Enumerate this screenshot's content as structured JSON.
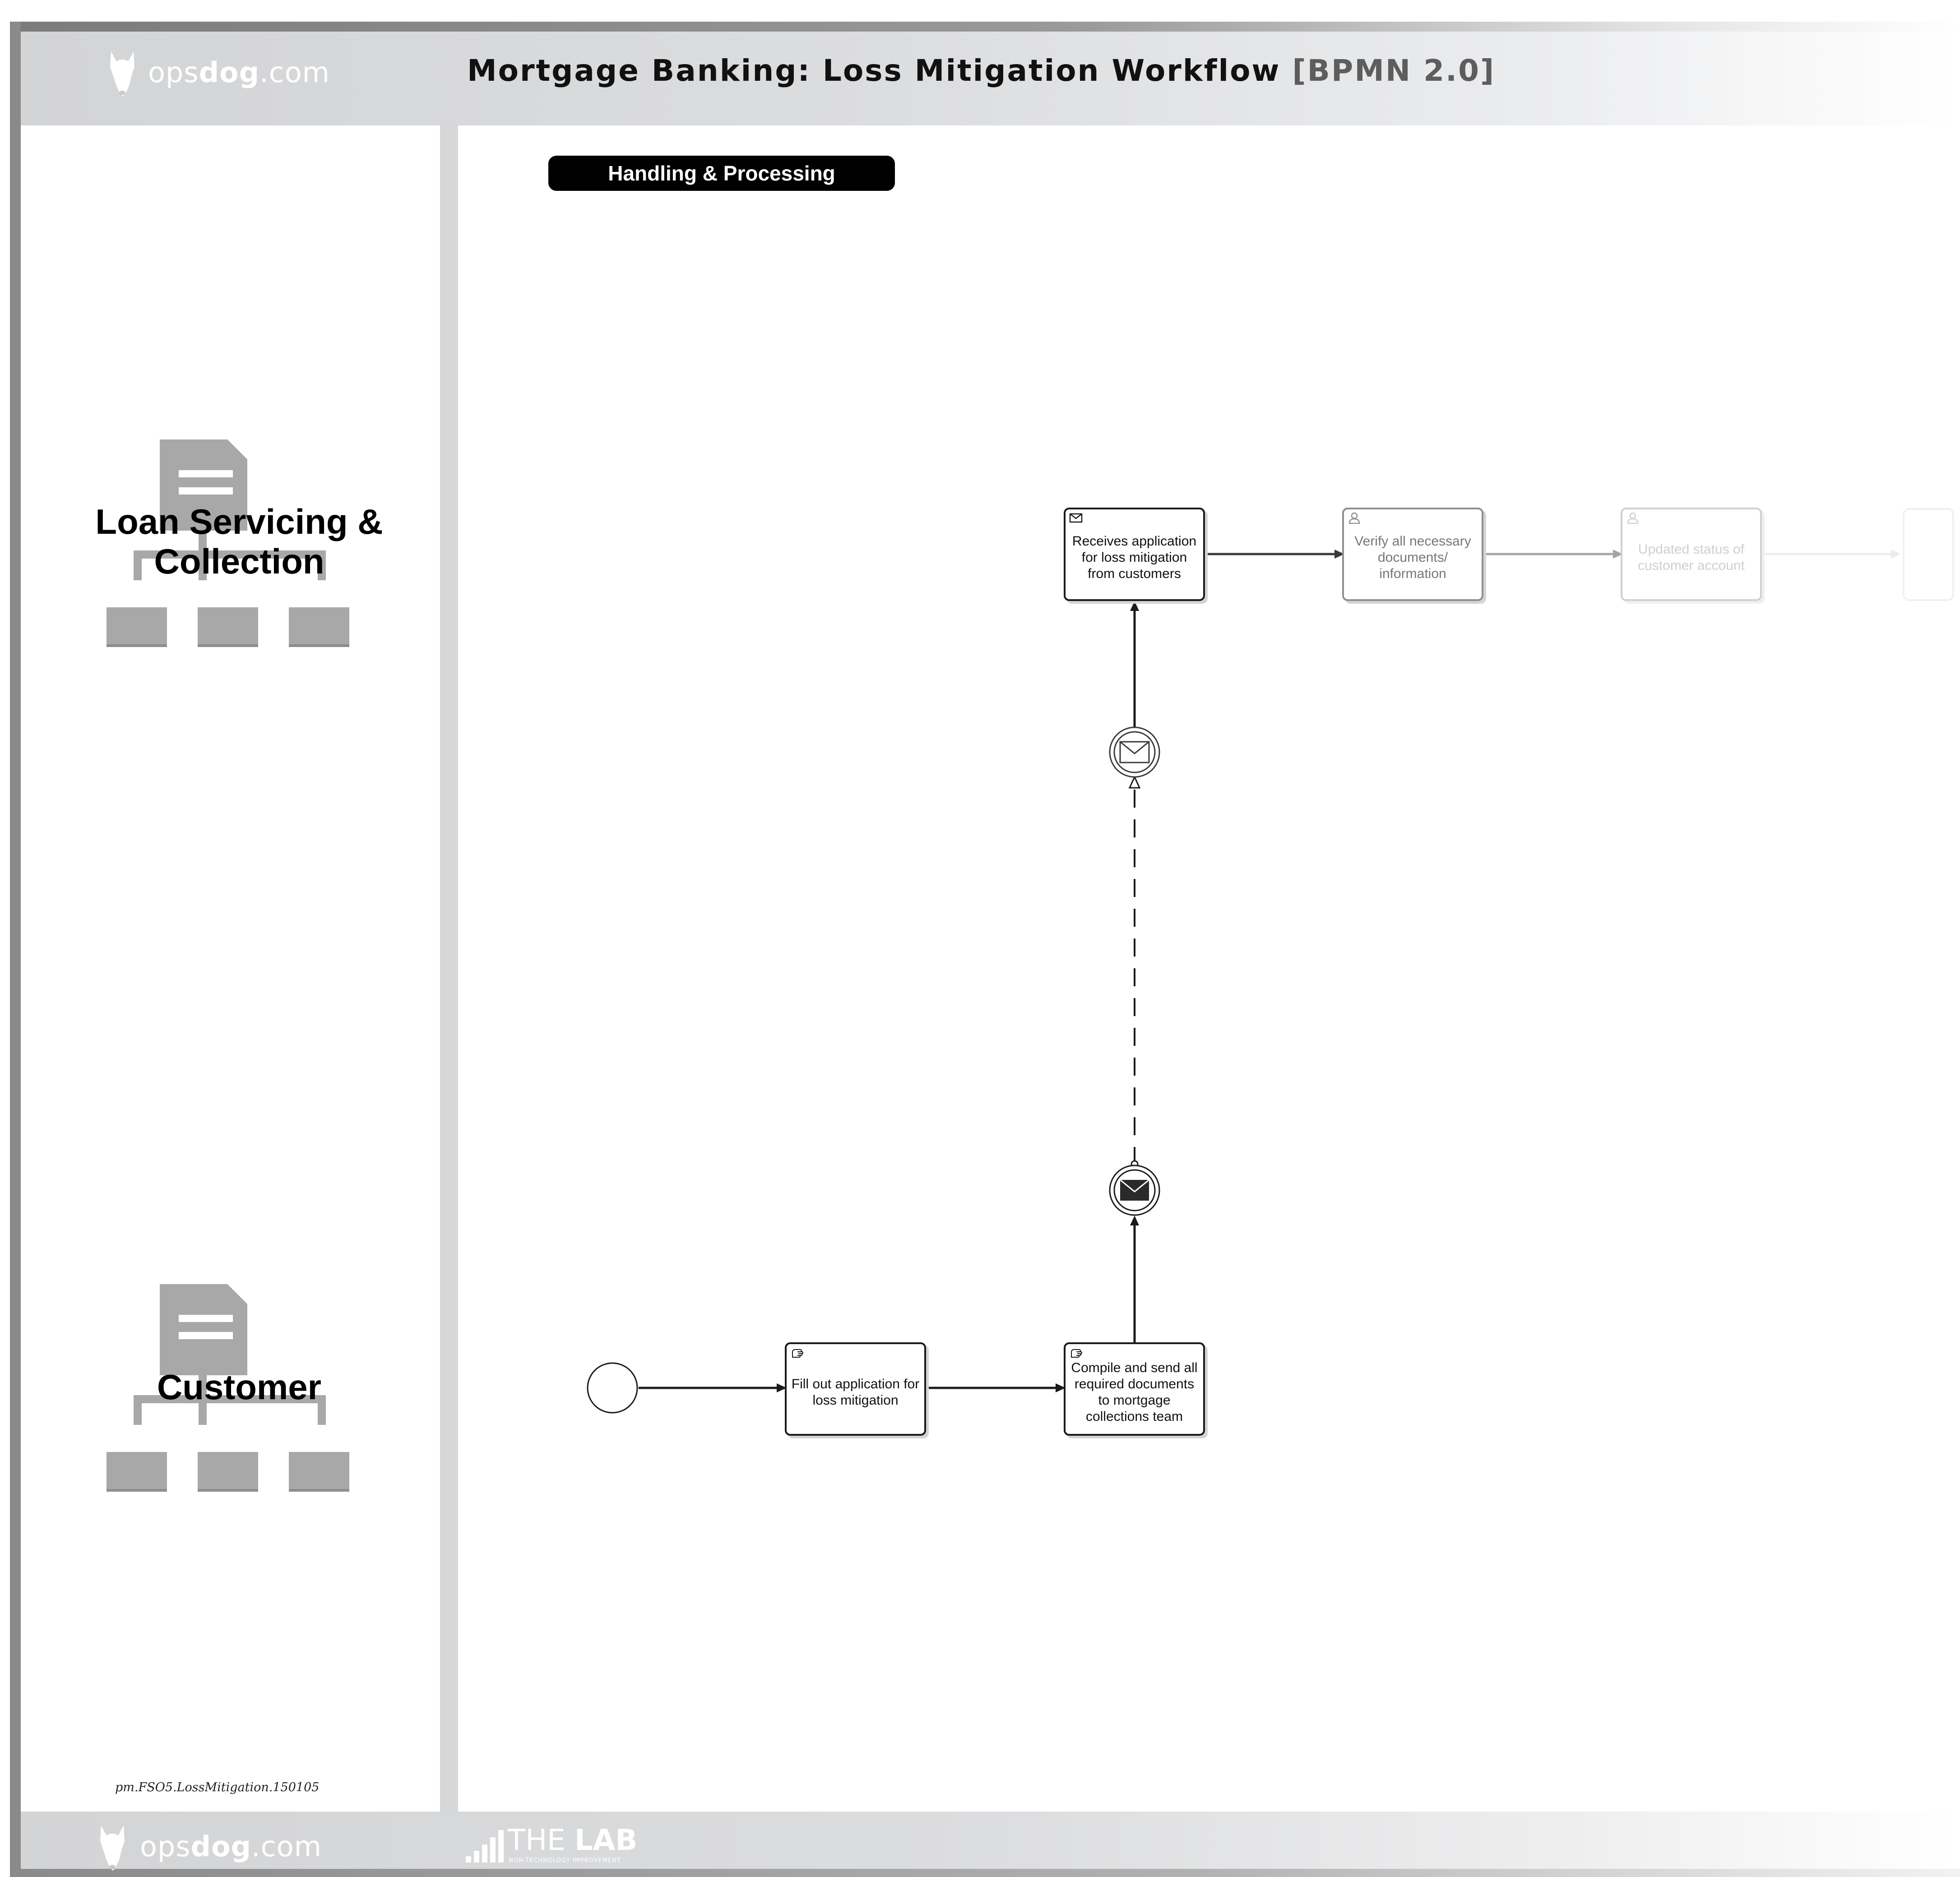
{
  "header": {
    "title": "Mortgage Banking: Loss Mitigation Workflow",
    "title_tag": "[BPMN 2.0]",
    "logo_brand_light": "ops",
    "logo_brand_bold": "dog",
    "logo_brand_tail": ".com"
  },
  "phase": {
    "label": "Handling & Processing"
  },
  "lanes": [
    {
      "label_line1": "Loan Servicing &",
      "label_line2": "Collection"
    },
    {
      "label_line1": "Customer"
    }
  ],
  "tasks": {
    "receive": {
      "label": "Receives application for loss mitigation from customers",
      "type": "receive-task"
    },
    "verify": {
      "label": "Verify all necessary documents/ information",
      "type": "user-task"
    },
    "update": {
      "label": "Updated status of customer account",
      "type": "user-task"
    },
    "fill": {
      "label": "Fill out application for loss mitigation",
      "type": "manual-task"
    },
    "compile": {
      "label": "Compile and send all required documents to mortgage collections team",
      "type": "manual-task"
    }
  },
  "events": {
    "start": {
      "type": "start-event"
    },
    "message_catch": {
      "type": "intermediate-message-catch-event"
    },
    "message_throw": {
      "type": "intermediate-message-throw-event"
    }
  },
  "footer": {
    "code": "pm.FSO5.LossMitigation.150105",
    "lab_title_light": "THE",
    "lab_title_bold": "LAB",
    "lab_tagline": "NON-TECHNOLOGY IMPROVEMENT"
  },
  "colors": {
    "frame": "#8a8a8a",
    "band": "#d3d4d6",
    "phase_bg": "#000000",
    "task_border": "#1a1a1a",
    "lane_icon": "#a8a8a8"
  }
}
